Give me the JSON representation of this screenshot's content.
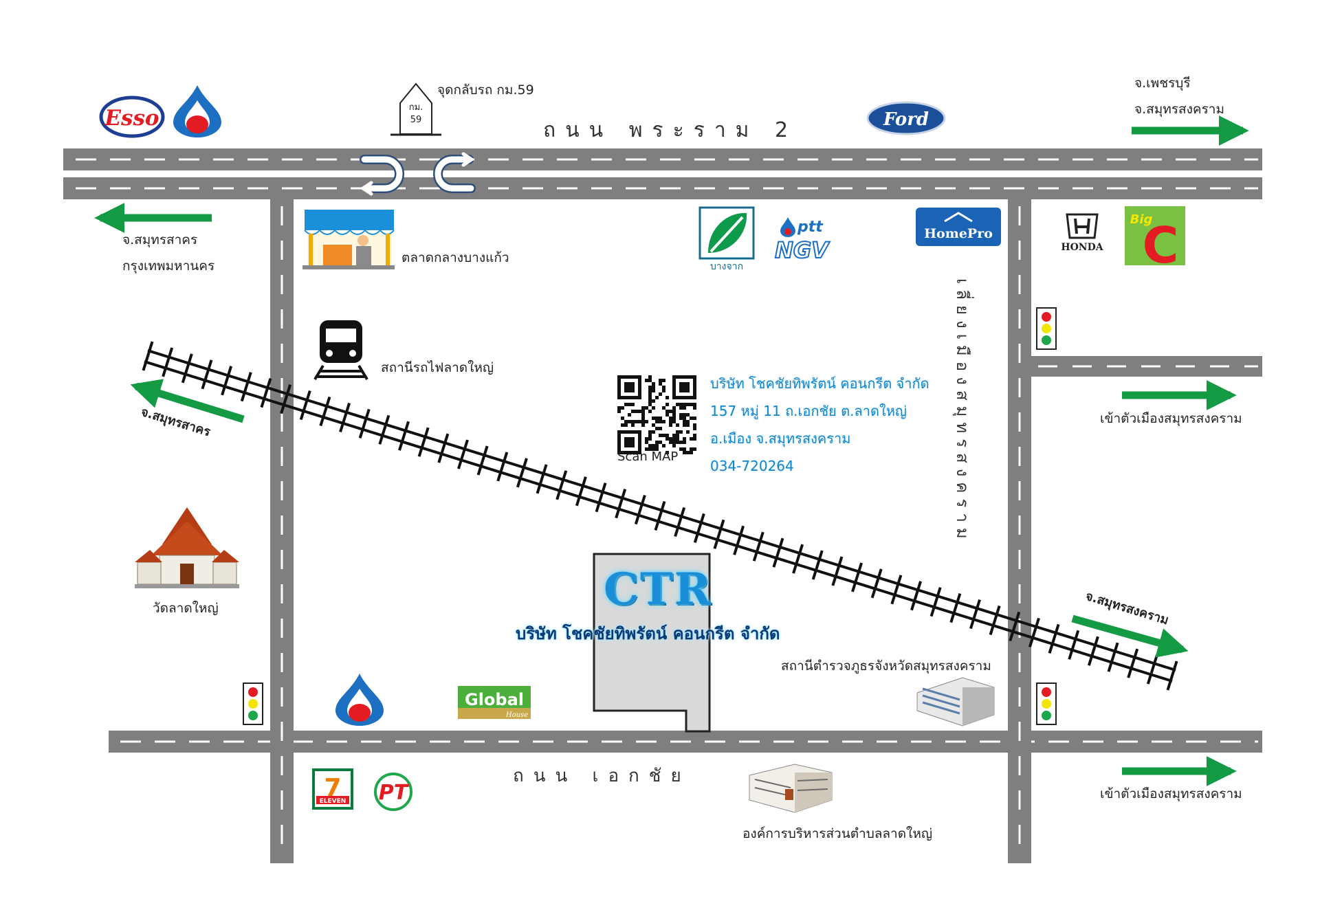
{
  "roads": {
    "rama2": "ถนน พระราม 2",
    "ekachai": "ถนน เอกชัย",
    "bypass": "เลี่ยงเมืองสมุทรสงคราม"
  },
  "km_marker": {
    "line1": "กม.",
    "line2": "59"
  },
  "labels": {
    "uturn": "จุดกลับรถ กม.59",
    "to_phetchaburi_1": "จ.เพชรบุรี",
    "to_phetchaburi_2": "จ.สมุทรสงคราม",
    "to_samutsakhon_1": "จ.สมุทรสาคร",
    "to_samutsakhon_2": "กรุงเทพมหานคร",
    "market": "ตลาดกลางบางแก้ว",
    "train_station": "สถานีรถไฟลาดใหญ่",
    "rail_to_samutsakhon": "จ.สมุทรสาคร",
    "rail_to_samutsongkhram": "จ.สมุทรสงคราม",
    "temple": "วัดลาดใหญ่",
    "police": "สถานีตำรวจภูธรจังหวัดสมุทรสงคราม",
    "obt": "องค์การบริหารส่วนตำบลลาดใหญ่",
    "city_entry_1": "เข้าตัวเมืองสมุทรสงคราม",
    "city_entry_2": "เข้าตัวเมืองสมุทรสงคราม"
  },
  "company": {
    "name": "บริษัท โชคชัยทิพรัตน์ คอนกรีต จำกัด",
    "address1": "157 หมู่ 11 ถ.เอกชัย ต.ลาดใหญ่",
    "address2": "อ.เมือง จ.สมุทรสงคราม",
    "phone": "034-720264",
    "scan_label": "Scan MAP",
    "logo": "CTR",
    "site_name": "บริษัท โชคชัยทิพรัตน์ คอนกรีต จำกัด"
  },
  "brands": {
    "esso": "Esso",
    "ford": "Ford",
    "bangchak": "บางจาก",
    "ptt": "ptt",
    "ngv": "NGV",
    "homepro": "HomePro",
    "honda": "HONDA",
    "bigc_1": "Big",
    "bigc_2": "C",
    "global": "Global",
    "global_sub": "House",
    "seven": "7",
    "seven_sub": "ELEVEN",
    "pt": "PT"
  },
  "icons": [
    "ptt-drop-icon",
    "market-stall-icon",
    "train-icon",
    "temple-icon",
    "traffic-light-icon",
    "uturn-icon",
    "qr-code-icon",
    "building-icon"
  ],
  "colors": {
    "road": "#7f7f7f",
    "arrow_green": "#139a43",
    "ptt_blue": "#1c6fc1",
    "ptt_red": "#e31c23",
    "company_blue": "#1585c9",
    "homepro": "#1b63b5",
    "bigc_green": "#7ac143"
  }
}
